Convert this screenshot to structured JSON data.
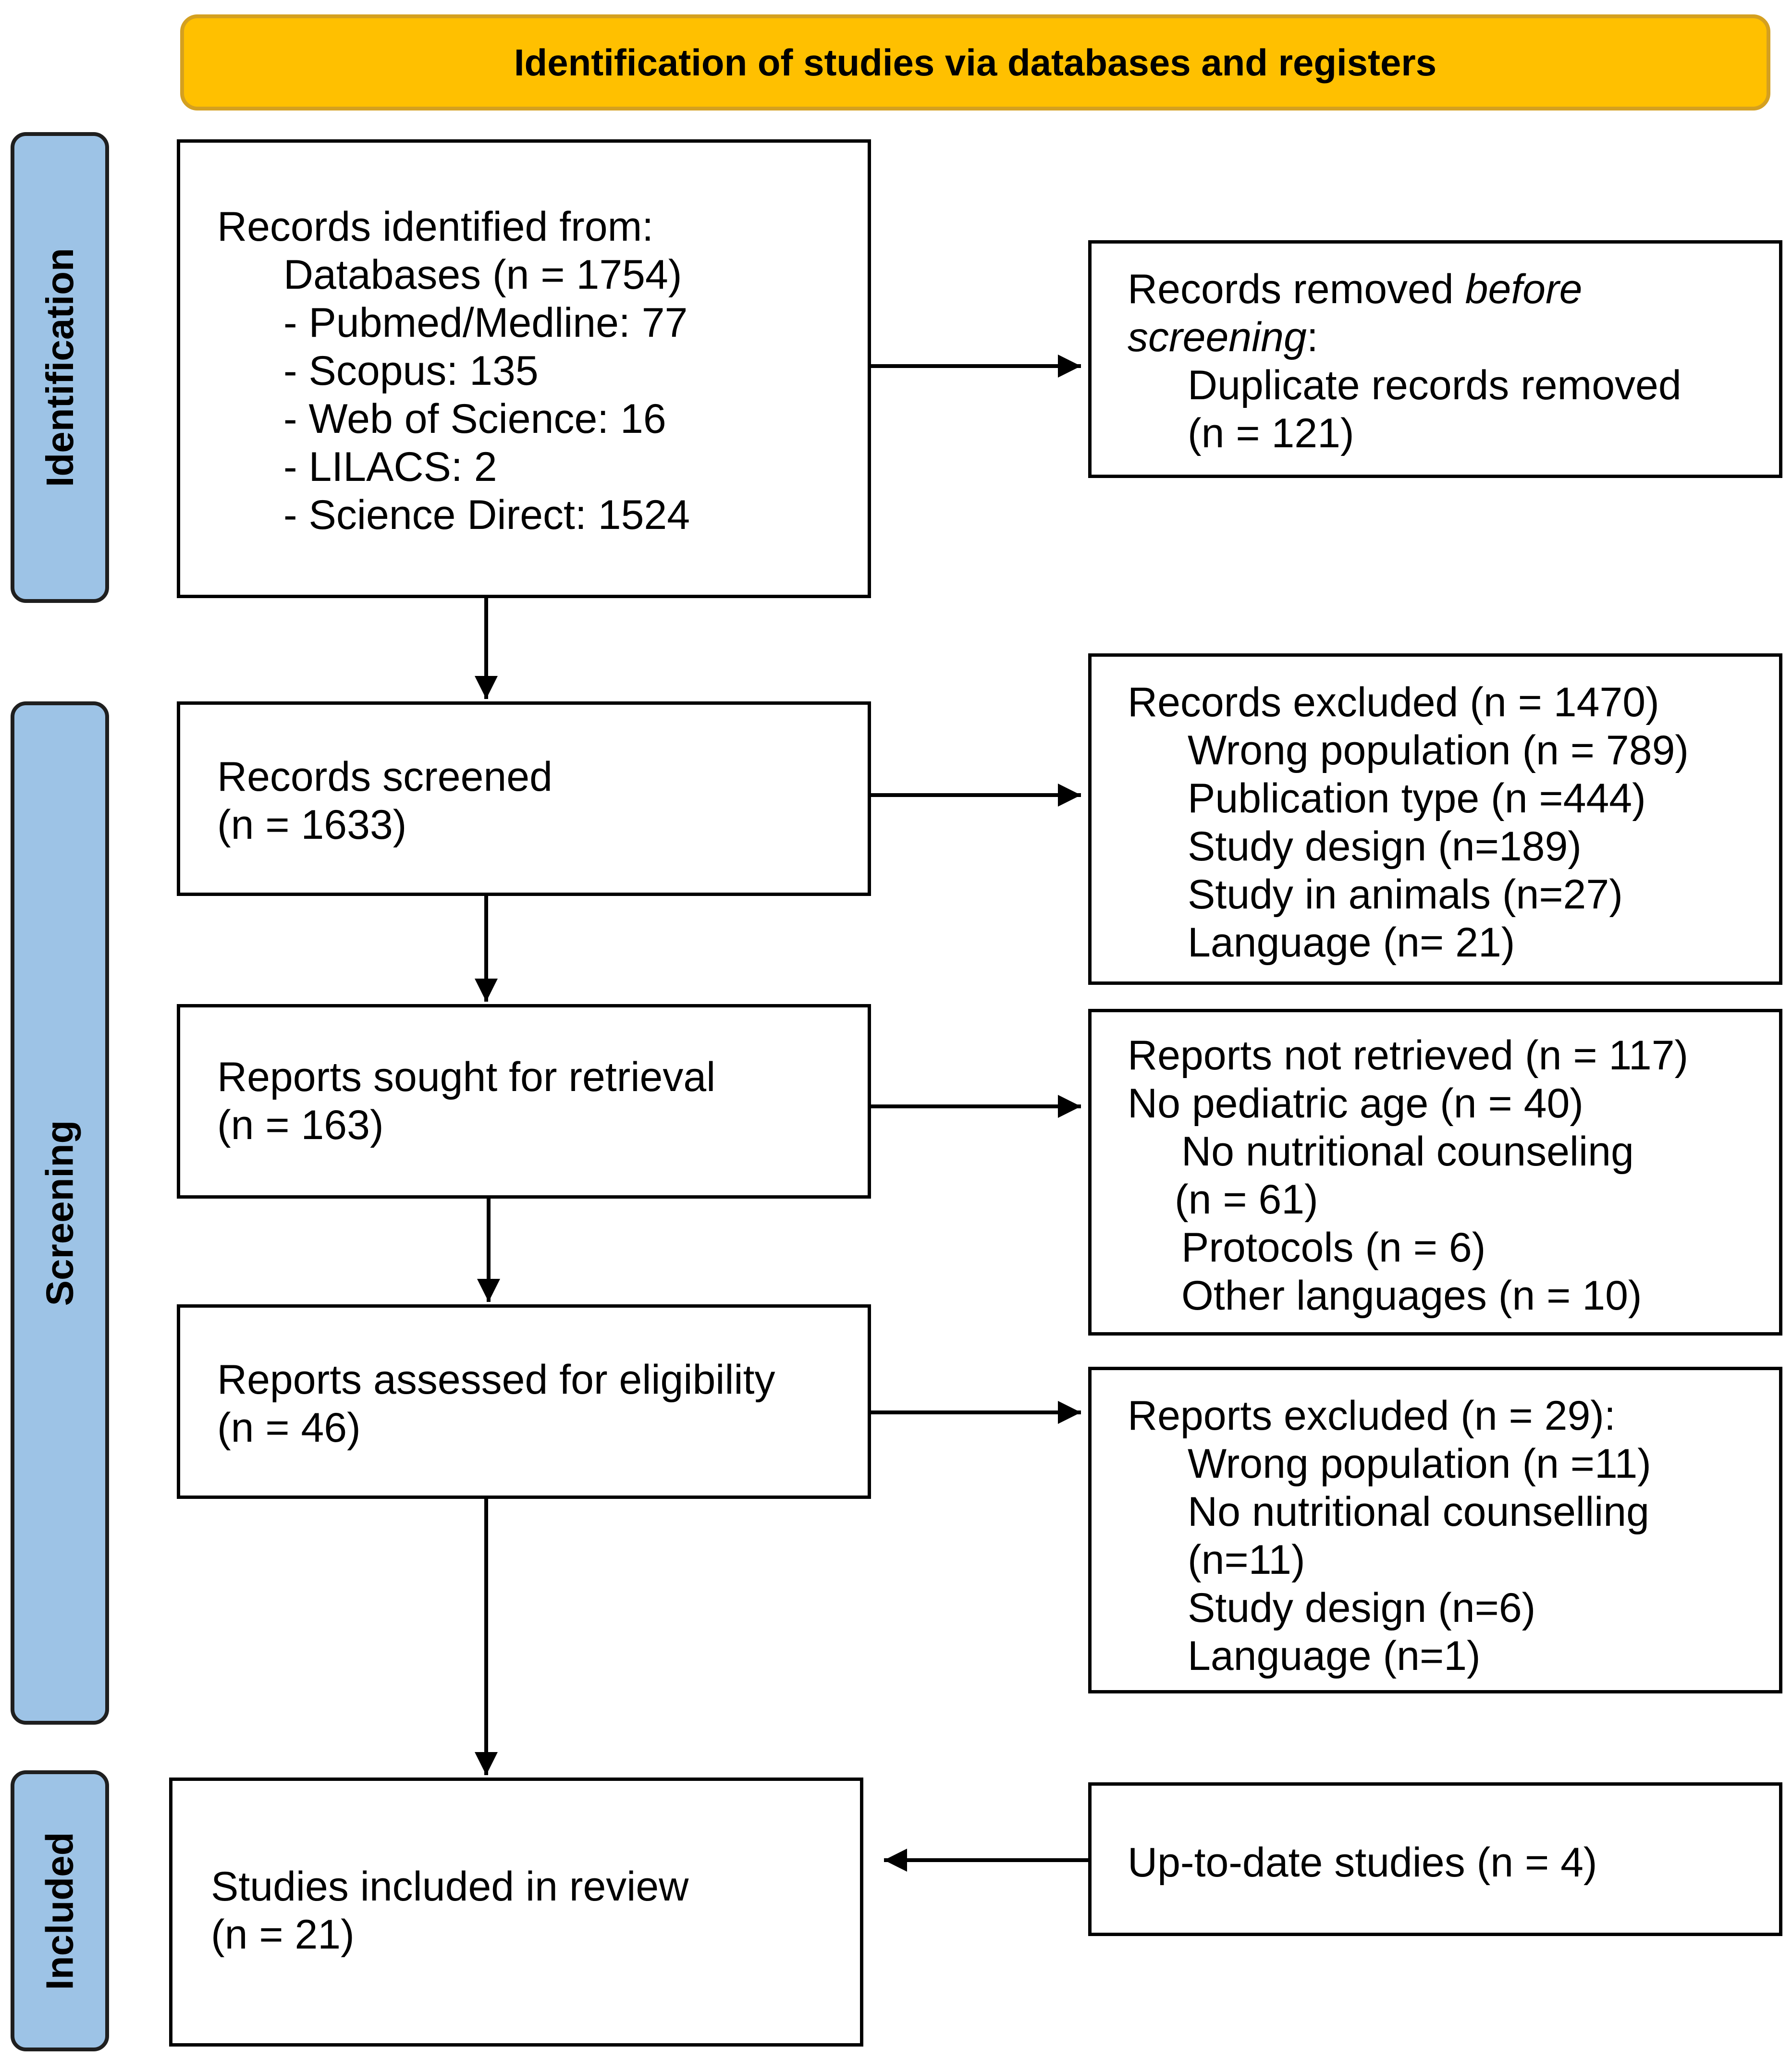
{
  "header": {
    "title": "Identification of studies via databases and registers"
  },
  "phases": {
    "identification": "Identification",
    "screening": "Screening",
    "included": "Included"
  },
  "boxes": {
    "records_identified": {
      "lines": [
        "Records identified from:",
        "Databases (n = 1754)",
        "- Pubmed/Medline: 77",
        "- Scopus: 135",
        "- Web of Science: 16",
        "- LILACS: 2",
        "- Science Direct: 1524"
      ]
    },
    "records_removed": {
      "line1_plain": "Records removed ",
      "line1_italic": "before",
      "line2_italic": "screening",
      "line2_plain": ":",
      "line3": "Duplicate records removed",
      "line4": "(n = 121)"
    },
    "records_screened": {
      "lines": [
        "Records screened",
        "(n = 1633)"
      ]
    },
    "records_excluded": {
      "lines": [
        "Records excluded (n = 1470)",
        "Wrong population (n = 789)",
        "Publication type (n =444)",
        "Study design (n=189)",
        "Study in animals (n=27)",
        "Language (n= 21)"
      ]
    },
    "reports_sought": {
      "lines": [
        "Reports sought for retrieval",
        "(n = 163)"
      ]
    },
    "reports_not_retrieved": {
      "lines": [
        "Reports not retrieved (n = 117)",
        "No pediatric age (n = 40)",
        "No nutritional counseling",
        "(n = 61)",
        "Protocols (n = 6)",
        "Other languages (n = 10)"
      ]
    },
    "reports_assessed": {
      "lines": [
        "Reports assessed for eligibility",
        "(n = 46)"
      ]
    },
    "reports_excluded": {
      "lines": [
        "Reports excluded (n = 29):",
        "Wrong population (n =11)",
        "No nutritional counselling",
        "(n=11)",
        "Study design (n=6)",
        "Language (n=1)"
      ]
    },
    "studies_included": {
      "lines": [
        "Studies included in review",
        "(n = 21)"
      ]
    },
    "up_to_date": {
      "lines": [
        "Up-to-date studies (n = 4)"
      ]
    }
  },
  "colors": {
    "header_fill": "#FFC000",
    "phase_fill": "#9DC3E6",
    "box_border": "#000000"
  }
}
